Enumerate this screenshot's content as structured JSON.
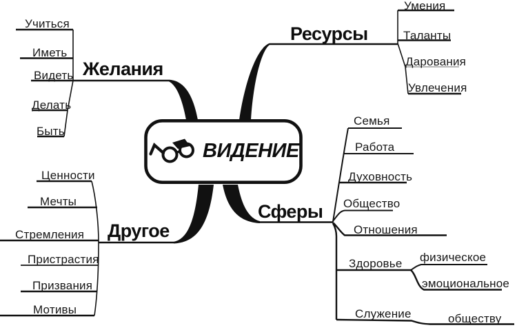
{
  "diagram": {
    "type": "mindmap",
    "center": {
      "title": "ВИДЕНИЕ",
      "icon": "glasses-icon"
    },
    "colors": {
      "ink": "#111111",
      "background": "#ffffff",
      "muted_line": "#8a8a8a"
    }
  },
  "branches": [
    {
      "label": "Желания",
      "children": [
        {
          "label": "Учиться"
        },
        {
          "label": "Иметь"
        },
        {
          "label": "Видеть"
        },
        {
          "label": "Делать"
        },
        {
          "label": "Быть"
        }
      ]
    },
    {
      "label": "Ресурсы",
      "children": [
        {
          "label": "Умения"
        },
        {
          "label": "Таланты"
        },
        {
          "label": "Дарования"
        },
        {
          "label": "Увлечения"
        }
      ]
    },
    {
      "label": "Другое",
      "children": [
        {
          "label": "Ценности"
        },
        {
          "label": "Мечты"
        },
        {
          "label": "Стремления"
        },
        {
          "label": "Пристрастия"
        },
        {
          "label": "Призвания"
        },
        {
          "label": "Мотивы"
        }
      ]
    },
    {
      "label": "Сферы",
      "children": [
        {
          "label": "Семья"
        },
        {
          "label": "Работа"
        },
        {
          "label": "Духовность"
        },
        {
          "label": "Общество"
        },
        {
          "label": "Отношения"
        },
        {
          "label": "Здоровье",
          "children": [
            {
              "label": "физическое"
            },
            {
              "label": "эмоциональное"
            }
          ]
        },
        {
          "label": "Служение",
          "children": [
            {
              "label": "обществу"
            }
          ]
        }
      ]
    }
  ]
}
